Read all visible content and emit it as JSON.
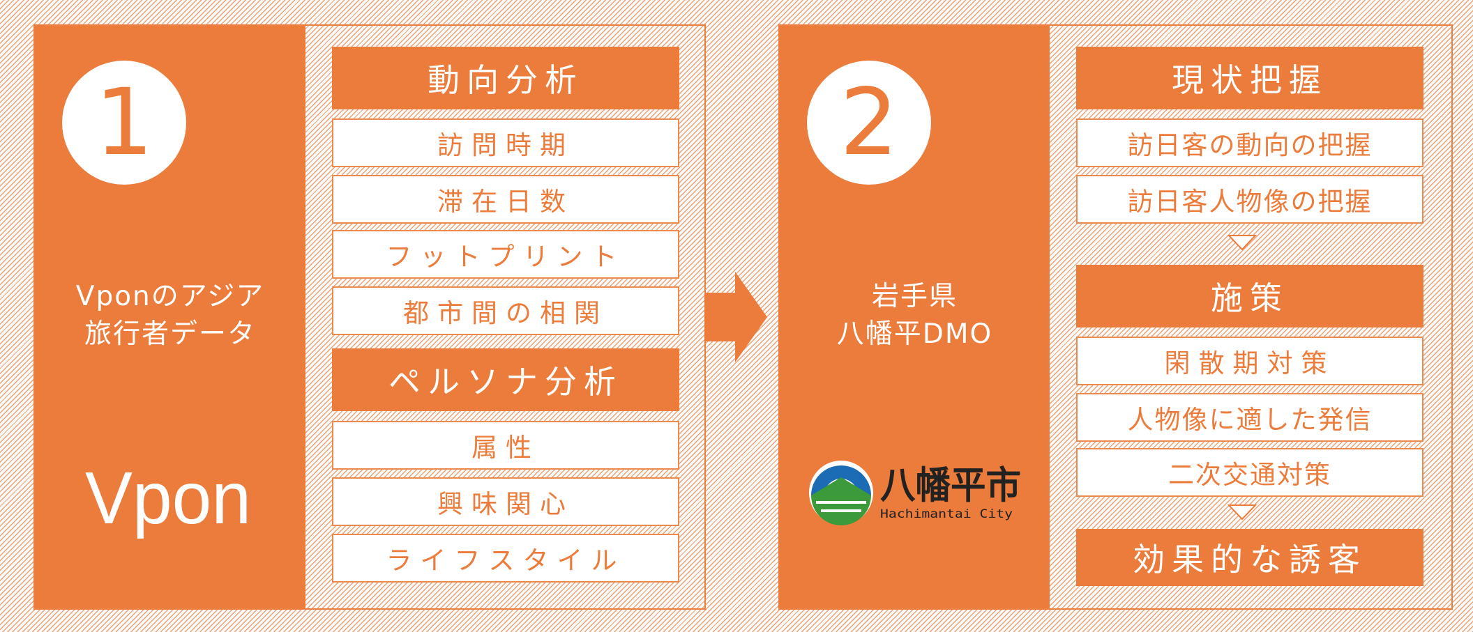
{
  "panel1": {
    "number": "1",
    "description_lines": [
      "Vponのアジア",
      "旅行者データ"
    ],
    "logo_text": "Vpon",
    "sections": [
      {
        "heading": "動向分析",
        "items": [
          "訪問時期",
          "滞在日数",
          "フットプリント",
          "都市間の相関"
        ]
      },
      {
        "heading": "ペルソナ分析",
        "items": [
          "属性",
          "興味関心",
          "ライフスタイル"
        ]
      }
    ]
  },
  "panel2": {
    "number": "2",
    "description_lines": [
      "岩手県",
      "八幡平DMO"
    ],
    "logo_text": "八幡平市",
    "logo_subtext": "Hachimantai City",
    "sections": [
      {
        "heading": "現状把握",
        "items": [
          "訪日客の動向の把握",
          "訪日客人物像の把握"
        ]
      },
      {
        "heading": "施策",
        "items": [
          "閑散期対策",
          "人物像に適した発信",
          "二次交通対策"
        ]
      },
      {
        "heading": "効果的な誘客",
        "items": []
      }
    ]
  },
  "colors": {
    "accent": "#ec7c3b",
    "white": "#ffffff",
    "logo_blue": "#1b6bb5",
    "logo_green": "#3c9a3a"
  }
}
